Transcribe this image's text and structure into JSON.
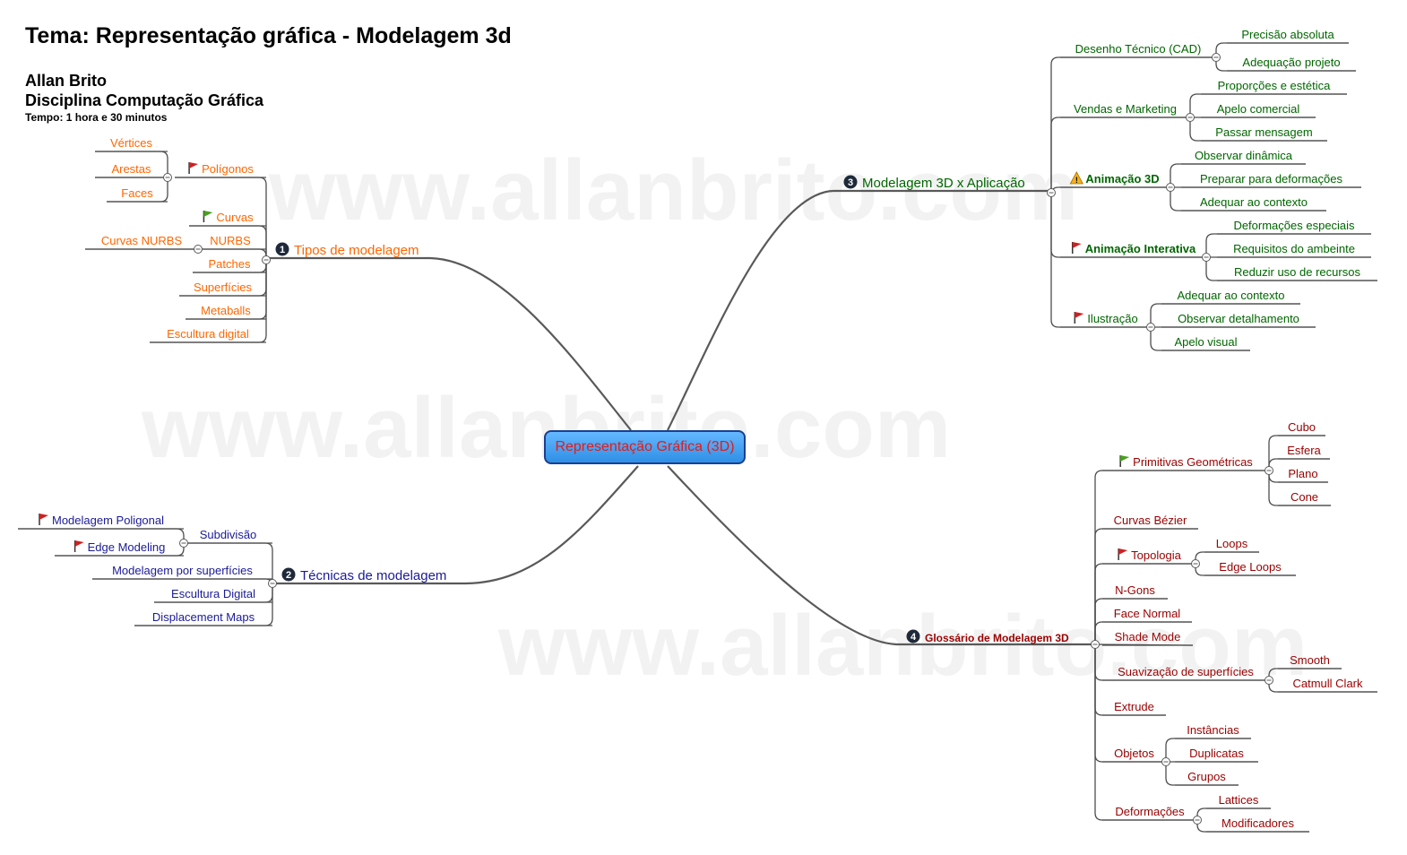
{
  "header": {
    "title": "Tema: Representação gráfica - Modelagem 3d",
    "author": "Allan Brito",
    "course": "Disciplina Computação Gráfica",
    "duration": "Tempo: 1 hora e 30 minutos"
  },
  "watermark": "www.allanbrito.com",
  "center": "Representação Gráfica (3D)",
  "colors": {
    "branch1": "#ff6600",
    "branch2": "#1a1a99",
    "branch3": "#006600",
    "branch4": "#990000",
    "center_text": "#e01d1d",
    "center_fill": "#4ca9f5",
    "connector": "#595959"
  },
  "branches": {
    "b1": {
      "number": "1",
      "label": "Tipos de modelagem",
      "items": [
        {
          "label": "Polígonos",
          "icon": "red-flag-icon",
          "children": [
            {
              "label": "Vértices"
            },
            {
              "label": "Arestas"
            },
            {
              "label": "Faces"
            }
          ]
        },
        {
          "label": "Curvas",
          "icon": "green-flag-icon"
        },
        {
          "label": "NURBS",
          "children": [
            {
              "label": "Curvas NURBS"
            }
          ]
        },
        {
          "label": "Patches"
        },
        {
          "label": "Superfícies"
        },
        {
          "label": "Metaballs"
        },
        {
          "label": "Escultura digital"
        }
      ]
    },
    "b2": {
      "number": "2",
      "label": "Técnicas de modelagem",
      "items": [
        {
          "label": "Subdivisão",
          "children": [
            {
              "label": "Modelagem Poligonal",
              "icon": "red-flag-icon"
            },
            {
              "label": "Edge Modeling",
              "icon": "red-flag-icon"
            }
          ]
        },
        {
          "label": "Modelagem por superfícies"
        },
        {
          "label": "Escultura Digital"
        },
        {
          "label": "Displacement Maps"
        }
      ]
    },
    "b3": {
      "number": "3",
      "label": "Modelagem 3D x Aplicação",
      "items": [
        {
          "label": "Desenho Técnico (CAD)",
          "children": [
            {
              "label": "Precisão absoluta"
            },
            {
              "label": "Adequação projeto"
            }
          ]
        },
        {
          "label": "Vendas e Marketing",
          "children": [
            {
              "label": "Proporções e estética"
            },
            {
              "label": "Apelo comercial"
            },
            {
              "label": "Passar mensagem"
            }
          ]
        },
        {
          "label": "Animação 3D",
          "icon": "warning-icon",
          "children": [
            {
              "label": "Observar dinâmica"
            },
            {
              "label": "Preparar para deformações"
            },
            {
              "label": "Adequar ao contexto"
            }
          ]
        },
        {
          "label": "Animação Interativa",
          "icon": "red-flag-icon",
          "children": [
            {
              "label": "Deformações especiais"
            },
            {
              "label": "Requisitos do ambeinte"
            },
            {
              "label": "Reduzir uso de recursos"
            }
          ]
        },
        {
          "label": "Ilustração",
          "icon": "red-flag-icon",
          "children": [
            {
              "label": "Adequar ao contexto"
            },
            {
              "label": "Observar detalhamento"
            },
            {
              "label": "Apelo visual"
            }
          ]
        }
      ]
    },
    "b4": {
      "number": "4",
      "label": "Glossário de Modelagem 3D",
      "items": [
        {
          "label": "Primitivas Geométricas",
          "icon": "green-flag-icon",
          "children": [
            {
              "label": "Cubo"
            },
            {
              "label": "Esfera"
            },
            {
              "label": "Plano"
            },
            {
              "label": "Cone"
            }
          ]
        },
        {
          "label": "Curvas Bézier"
        },
        {
          "label": "Topologia",
          "icon": "red-flag-icon",
          "children": [
            {
              "label": "Loops"
            },
            {
              "label": "Edge Loops"
            }
          ]
        },
        {
          "label": "N-Gons"
        },
        {
          "label": "Face Normal"
        },
        {
          "label": "Shade Mode"
        },
        {
          "label": "Suavização de superfícies",
          "children": [
            {
              "label": "Smooth"
            },
            {
              "label": "Catmull Clark"
            }
          ]
        },
        {
          "label": "Extrude"
        },
        {
          "label": "Objetos",
          "children": [
            {
              "label": "Instâncias"
            },
            {
              "label": "Duplicatas"
            },
            {
              "label": "Grupos"
            }
          ]
        },
        {
          "label": "Deformações",
          "children": [
            {
              "label": "Lattices"
            },
            {
              "label": "Modificadores"
            }
          ]
        }
      ]
    }
  }
}
